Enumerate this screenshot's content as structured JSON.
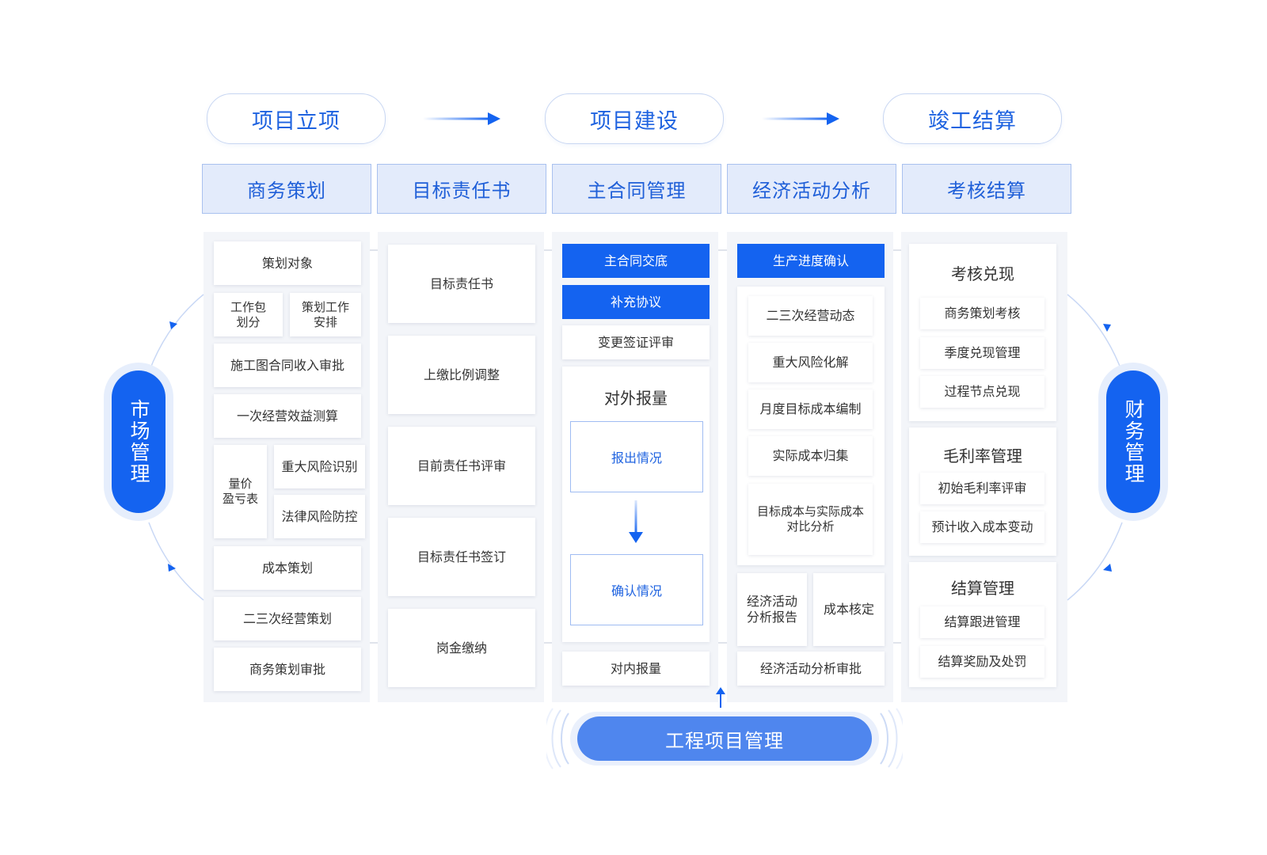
{
  "phases": [
    "项目立项",
    "项目建设",
    "竣工结算"
  ],
  "headers": [
    "商务策划",
    "目标责任书",
    "主合同管理",
    "经济活动分析",
    "考核结算"
  ],
  "col1": {
    "items": {
      "a": "策划对象",
      "b1": "工作包\n划分",
      "b2": "策划工作\n安排",
      "c": "施工图合同收入审批",
      "d": "一次经营效益测算",
      "e0": "量价\n盈亏表",
      "e1": "重大风险识别",
      "e2": "法律风险防控",
      "f": "成本策划",
      "g": "二三次经营策划",
      "h": "商务策划审批"
    }
  },
  "col2": {
    "items": [
      "目标责任书",
      "上缴比例调整",
      "目前责任书评审",
      "目标责任书签订",
      "岗金缴纳"
    ]
  },
  "col3": {
    "blue1": "主合同交底",
    "blue2": "补充协议",
    "change": "变更签证评审",
    "report_title": "对外报量",
    "report1": "报出情况",
    "report2": "确认情况",
    "internal": "对内报量"
  },
  "col4": {
    "blue": "生产进度确认",
    "items": [
      "二三次经营动态",
      "重大风险化解",
      "月度目标成本编制",
      "实际成本归集",
      "目标成本与实际成本\n对比分析"
    ],
    "bottom1": "经济活动\n分析报告",
    "bottom2": "成本核定",
    "approve": "经济活动分析审批"
  },
  "col5": {
    "g1": {
      "title": "考核兑现",
      "items": [
        "商务策划考核",
        "季度兑现管理",
        "过程节点兑现"
      ]
    },
    "g2": {
      "title": "毛利率管理",
      "items": [
        "初始毛利率评审",
        "预计收入成本变动"
      ]
    },
    "g3": {
      "title": "结算管理",
      "items": [
        "结算跟进管理",
        "结算奖励及处罚"
      ]
    }
  },
  "left_pill": "市场管理",
  "right_pill": "财务管理",
  "bottom_pill": "工程项目管理",
  "colors": {
    "primary": "#1463f0",
    "header_bg": "#e3ebfb",
    "column_bg": "#f3f5f9"
  }
}
